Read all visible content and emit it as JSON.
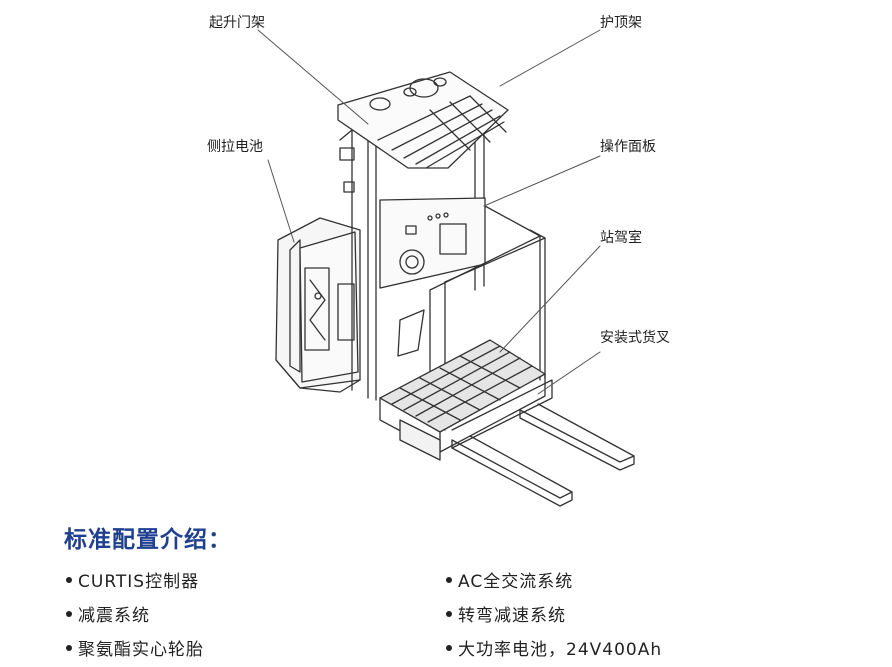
{
  "callouts": {
    "mast": "起升门架",
    "overhead_guard": "护顶架",
    "side_battery": "侧拉电池",
    "control_panel": "操作面板",
    "operator_cabin": "站驾室",
    "mounted_forks": "安装式货叉"
  },
  "features": {
    "title": "标准配置介绍：",
    "items": [
      "CURTIS控制器",
      "AC全交流系统",
      "减震系统",
      "转弯减速系统",
      "聚氨酯实心轮胎",
      "大功率电池，24V400Ah"
    ]
  }
}
